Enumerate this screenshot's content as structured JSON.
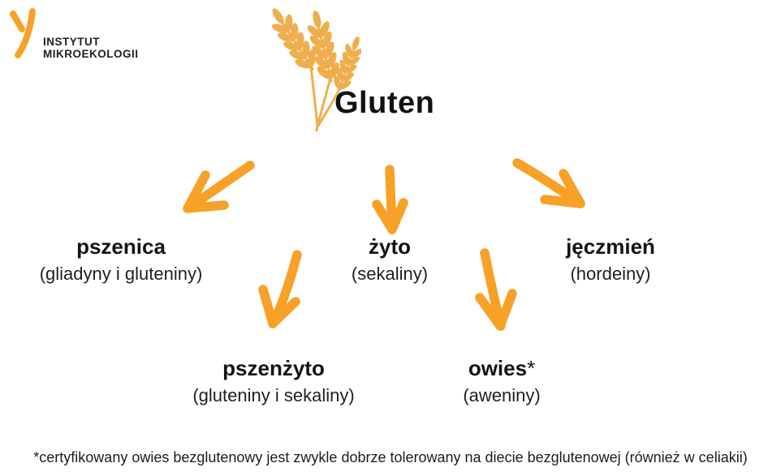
{
  "title": "Gluten",
  "logo": {
    "line1": "INSTYTUT",
    "line2": "MIKROEKOLOGII"
  },
  "nodes": [
    {
      "id": "pszenica",
      "name": "pszenica",
      "proteins": "(gliadyny i gluteniny)"
    },
    {
      "id": "zyto",
      "name": "żyto",
      "proteins": "(sekaliny)"
    },
    {
      "id": "jeczmien",
      "name": "jęczmień",
      "proteins": "(hordeiny)"
    },
    {
      "id": "pszenzyto",
      "name": "pszenżyto",
      "proteins": "(gluteniny i sekaliny)"
    },
    {
      "id": "owies",
      "name": "owies",
      "asterisk": "*",
      "proteins": "(aweniny)"
    }
  ],
  "footnote": "*certyfikowany owies bezglutenowy jest zwykle dobrze tolerowany na diecie bezglutenowej (również w celiakii)",
  "icons": {
    "logo": "institute-y-logo-icon",
    "wheat": "wheat-ears-icon",
    "arrow_1": "arrow-down-left-icon",
    "arrow_2": "arrow-down-icon",
    "arrow_3": "arrow-down-right-icon",
    "arrow_4": "arrow-down-left-icon",
    "arrow_5": "arrow-down-right-icon"
  },
  "colors": {
    "accent": "#F7A128",
    "wheat": "#EFAE4D",
    "text": "#1B1B1B",
    "background": "#FFFFFF"
  }
}
